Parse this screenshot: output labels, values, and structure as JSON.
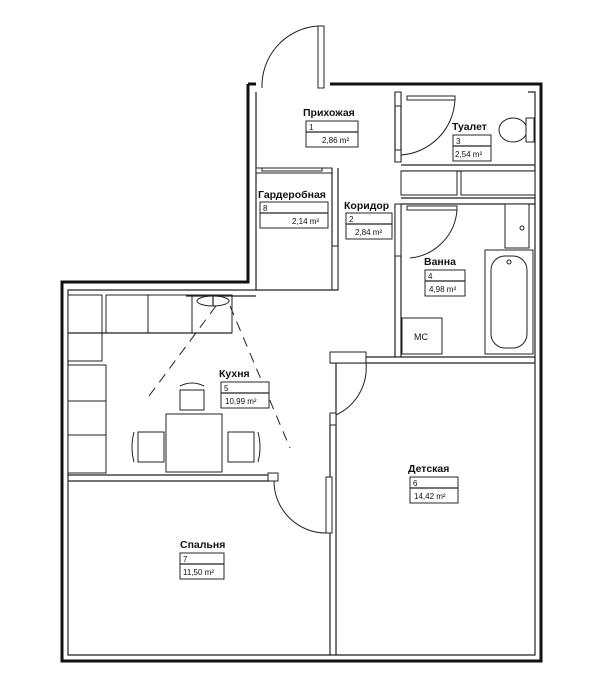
{
  "rooms": [
    {
      "id": "hall",
      "name": "Прихожая",
      "number": "1",
      "area": "2,86 m²"
    },
    {
      "id": "corridor",
      "name": "Коридор",
      "number": "2",
      "area": "2,84 m²"
    },
    {
      "id": "toilet",
      "name": "Туалет",
      "number": "3",
      "area": "2,54 m²"
    },
    {
      "id": "bath",
      "name": "Ванна",
      "number": "4",
      "area": "4,98 m²"
    },
    {
      "id": "kitchen",
      "name": "Кухня",
      "number": "5",
      "area": "10,99 m²"
    },
    {
      "id": "kids",
      "name": "Детская",
      "number": "6",
      "area": "14,42 m²"
    },
    {
      "id": "bedroom",
      "name": "Спальня",
      "number": "7",
      "area": "11,50 m²"
    },
    {
      "id": "wardrobe",
      "name": "Гардеробная",
      "number": "8",
      "area": "2,14 m²"
    }
  ],
  "fixtures": {
    "mc_label": "МС"
  }
}
